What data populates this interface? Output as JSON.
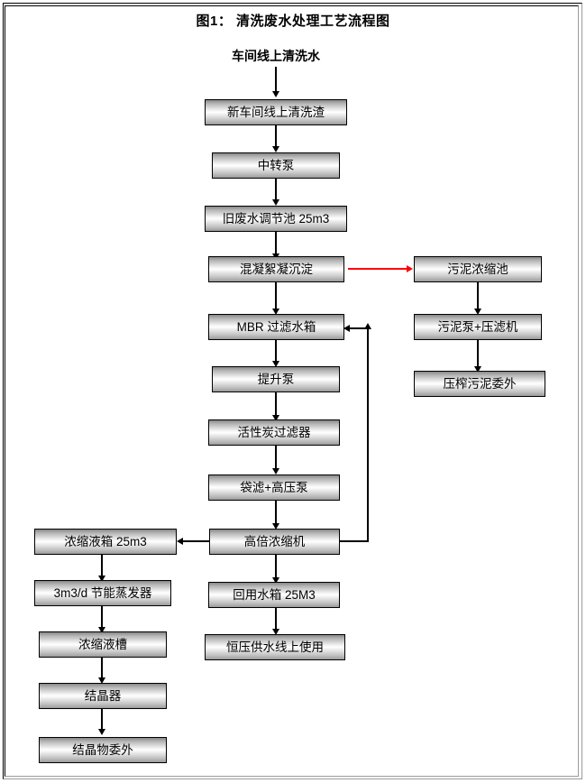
{
  "page": {
    "title": "图1： 清洗废水处理工艺流程图",
    "source_label": "车间线上清洗水",
    "accent_color": "#ff0000",
    "box_border_color": "#000000"
  },
  "chart_data": {
    "type": "diagram",
    "title": "图1： 清洗废水处理工艺流程图",
    "nodes": [
      {
        "id": "n1",
        "label": "新车间线上清洗渣",
        "column": "main",
        "order": 1
      },
      {
        "id": "n2",
        "label": "中转泵",
        "column": "main",
        "order": 2
      },
      {
        "id": "n3",
        "label": "旧废水调节池 25m3",
        "column": "main",
        "order": 3
      },
      {
        "id": "n4",
        "label": "混凝絮凝沉淀",
        "column": "main",
        "order": 4
      },
      {
        "id": "n5",
        "label": "MBR 过滤水箱",
        "column": "main",
        "order": 5
      },
      {
        "id": "n6",
        "label": "提升泵",
        "column": "main",
        "order": 6
      },
      {
        "id": "n7",
        "label": "活性炭过滤器",
        "column": "main",
        "order": 7
      },
      {
        "id": "n8",
        "label": "袋滤+高压泵",
        "column": "main",
        "order": 8
      },
      {
        "id": "n9",
        "label": "高倍浓缩机",
        "column": "main",
        "order": 9
      },
      {
        "id": "n10",
        "label": "回用水箱 25M3",
        "column": "main",
        "order": 10
      },
      {
        "id": "n11",
        "label": "恒压供水线上使用",
        "column": "main",
        "order": 11
      },
      {
        "id": "r1",
        "label": "污泥浓缩池",
        "column": "right",
        "order": 1
      },
      {
        "id": "r2",
        "label": "污泥泵+压滤机",
        "column": "right",
        "order": 2
      },
      {
        "id": "r3",
        "label": "压榨污泥委外",
        "column": "right",
        "order": 3
      },
      {
        "id": "l1",
        "label": "浓缩液箱 25m3",
        "column": "left",
        "order": 1
      },
      {
        "id": "l2",
        "label": "3m3/d 节能蒸发器",
        "column": "left",
        "order": 2
      },
      {
        "id": "l3",
        "label": "浓缩液槽",
        "column": "left",
        "order": 3
      },
      {
        "id": "l4",
        "label": "结晶器",
        "column": "left",
        "order": 4
      },
      {
        "id": "l5",
        "label": "结晶物委外",
        "column": "left",
        "order": 5
      }
    ],
    "edges": [
      {
        "from": "source",
        "to": "n1",
        "dir": "down",
        "color": "#000000"
      },
      {
        "from": "n1",
        "to": "n2",
        "dir": "down",
        "color": "#000000"
      },
      {
        "from": "n2",
        "to": "n3",
        "dir": "down",
        "color": "#000000"
      },
      {
        "from": "n3",
        "to": "n4",
        "dir": "down",
        "color": "#000000"
      },
      {
        "from": "n4",
        "to": "n5",
        "dir": "down",
        "color": "#000000"
      },
      {
        "from": "n4",
        "to": "r1",
        "dir": "right",
        "color": "#ff0000"
      },
      {
        "from": "n5",
        "to": "n6",
        "dir": "down",
        "color": "#000000"
      },
      {
        "from": "n6",
        "to": "n7",
        "dir": "down",
        "color": "#000000"
      },
      {
        "from": "n7",
        "to": "n8",
        "dir": "down",
        "color": "#000000"
      },
      {
        "from": "n8",
        "to": "n9",
        "dir": "down",
        "color": "#000000"
      },
      {
        "from": "n9",
        "to": "n10",
        "dir": "down",
        "color": "#000000"
      },
      {
        "from": "n9",
        "to": "l1",
        "dir": "left",
        "color": "#000000"
      },
      {
        "from": "n9",
        "to": "n5",
        "dir": "loop-right",
        "color": "#000000"
      },
      {
        "from": "n10",
        "to": "n11",
        "dir": "down",
        "color": "#000000"
      },
      {
        "from": "r1",
        "to": "r2",
        "dir": "down",
        "color": "#000000"
      },
      {
        "from": "r2",
        "to": "r3",
        "dir": "down",
        "color": "#000000"
      },
      {
        "from": "l1",
        "to": "l2",
        "dir": "down",
        "color": "#000000"
      },
      {
        "from": "l2",
        "to": "l3",
        "dir": "down",
        "color": "#000000"
      },
      {
        "from": "l3",
        "to": "l4",
        "dir": "down",
        "color": "#000000"
      },
      {
        "from": "l4",
        "to": "l5",
        "dir": "down",
        "color": "#000000"
      }
    ]
  }
}
